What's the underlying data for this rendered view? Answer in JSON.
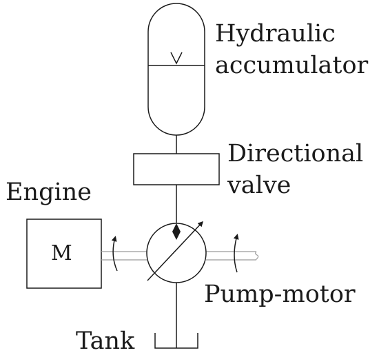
{
  "labels": {
    "accumulator_line1": "Hydraulic",
    "accumulator_line2": "accumulator",
    "valve_line1": "Directional",
    "valve_line2": "valve",
    "engine": "Engine",
    "motor_symbol": "M",
    "pump_motor": "Pump-motor",
    "tank": "Tank"
  },
  "colors": {
    "stroke": "#1a1a1a",
    "shaft": "#9a9a9a",
    "background": "#ffffff"
  }
}
